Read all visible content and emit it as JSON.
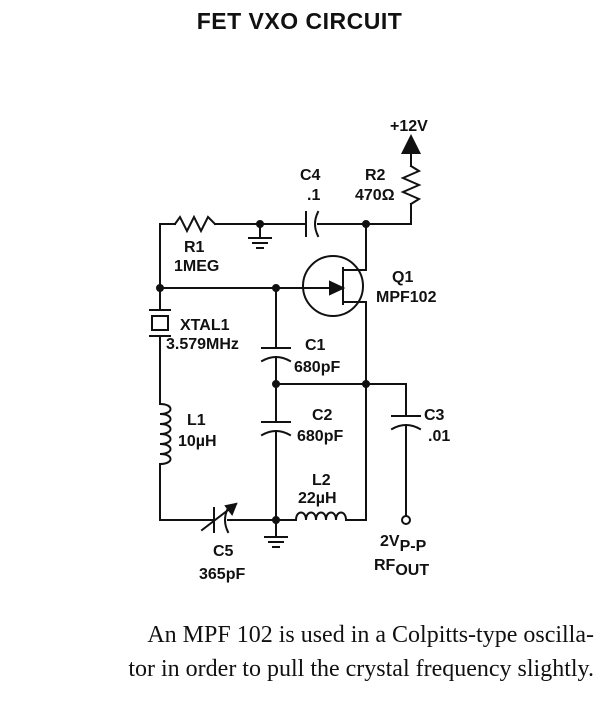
{
  "title": "FET VXO CIRCUIT",
  "supply": "+12V",
  "components": {
    "r1": {
      "ref": "R1",
      "value": "1MEG"
    },
    "r2": {
      "ref": "R2",
      "value": "470Ω"
    },
    "c1": {
      "ref": "C1",
      "value": "680pF"
    },
    "c2": {
      "ref": "C2",
      "value": "680pF"
    },
    "c3": {
      "ref": "C3",
      "value": ".01"
    },
    "c4": {
      "ref": "C4",
      "value": ".1"
    },
    "c5": {
      "ref": "C5",
      "value": "365pF"
    },
    "l1": {
      "ref": "L1",
      "value": "10µH"
    },
    "l2": {
      "ref": "L2",
      "value": "22µH"
    },
    "q1": {
      "ref": "Q1",
      "value": "MPF102"
    },
    "xtal1": {
      "ref": "XTAL1",
      "value": "3.579MHz"
    }
  },
  "output": {
    "level": "2V",
    "level_sub": "P-P",
    "label": "RF",
    "label_sub": "OUT"
  },
  "caption": [
    "An MPF 102 is used in a Colpitts-type oscilla-",
    "tor in order to pull the crystal frequency slightly."
  ]
}
